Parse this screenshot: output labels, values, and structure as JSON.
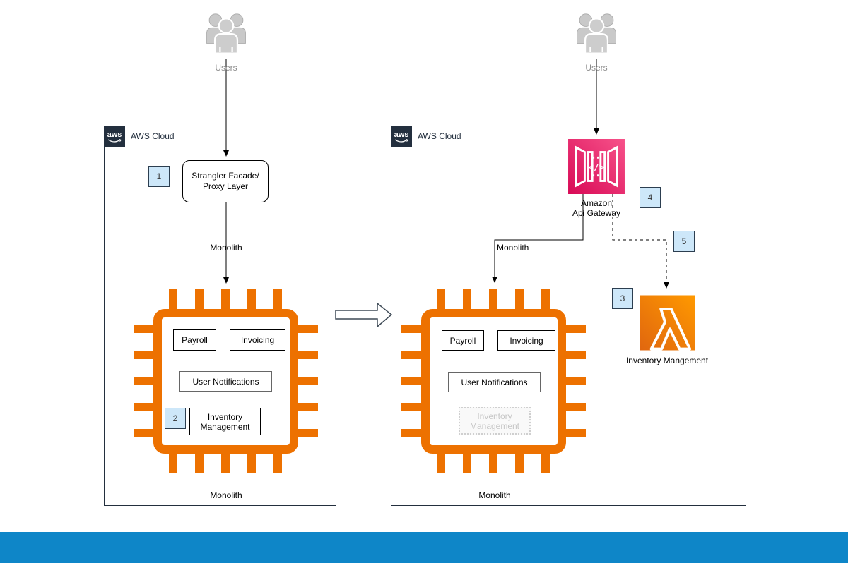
{
  "colors": {
    "accent_orange": "#ED7100",
    "api_gateway_pink_from": "#D80A56",
    "api_gateway_pink_to": "#F7528A",
    "lambda_orange_from": "#C8511B",
    "lambda_orange_to": "#FF9900",
    "badge_fill": "#CDE7F9",
    "badge_border": "#2C3E50",
    "footer_blue": "#0E86C8",
    "aws_dark": "#232F3E"
  },
  "left_panel": {
    "aws_logo_text": "aws",
    "cloud_label": "AWS Cloud",
    "users_label": "Users",
    "badge_1": "1",
    "facade_line1": "Strangler Facade/",
    "facade_line2": "Proxy Layer",
    "monolith_link_label": "Monolith",
    "chip": {
      "payroll": "Payroll",
      "invoicing": "Invoicing",
      "user_notifications": "User Notifications",
      "badge_2": "2",
      "inventory_line1": "Inventory",
      "inventory_line2": "Management"
    },
    "monolith_caption": "Monolith"
  },
  "right_panel": {
    "aws_logo_text": "aws",
    "cloud_label": "AWS Cloud",
    "users_label": "Users",
    "api_gateway_glyph": "</>",
    "api_gateway_line1": "Amazon",
    "api_gateway_line2": "Api Gateway",
    "badge_4": "4",
    "badge_5": "5",
    "badge_3": "3",
    "lambda_caption": "Inventory Mangement",
    "monolith_link_label": "Monolith",
    "chip": {
      "payroll": "Payroll",
      "invoicing": "Invoicing",
      "user_notifications": "User Notifications",
      "inventory_line1": "Inventory",
      "inventory_line2": "Management"
    },
    "monolith_caption": "Monolith"
  }
}
